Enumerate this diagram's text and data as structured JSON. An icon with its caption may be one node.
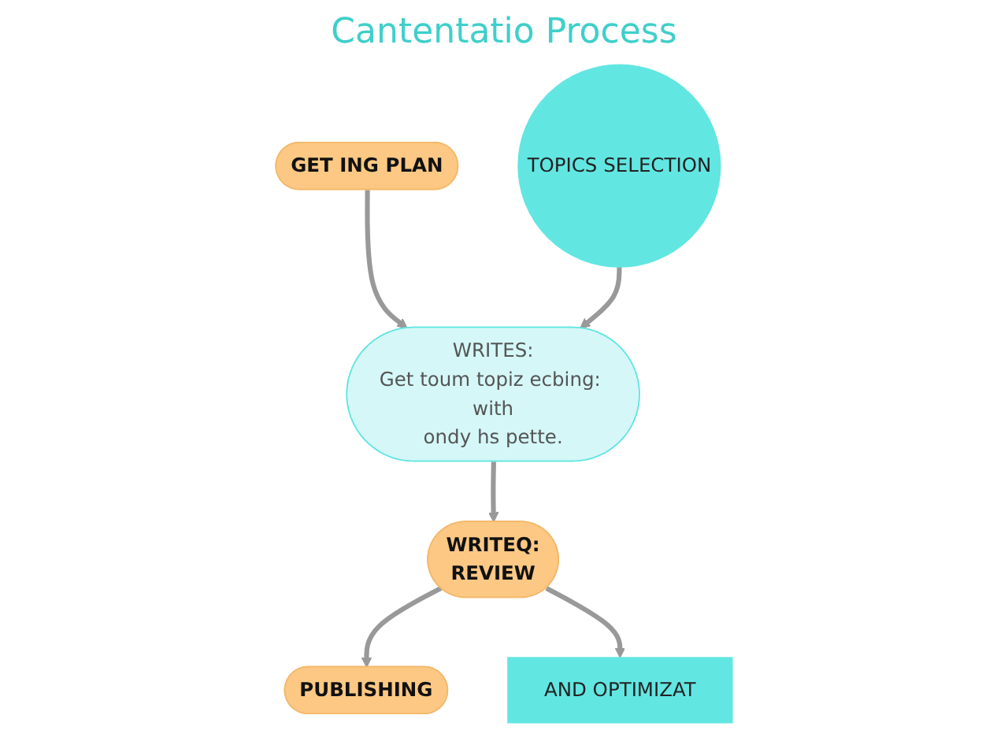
{
  "diagram": {
    "title": "Cantentatio Process",
    "nodes": [
      {
        "text": [
          "GET ING PLAN"
        ]
      },
      {
        "text": [
          "TOPICS SELECTION"
        ]
      },
      {
        "text": [
          "WRITES:",
          "Get toum topiz ecbing: with",
          "ondy hs pette."
        ]
      },
      {
        "text": [
          "WRITEQ:",
          "REVIEW"
        ]
      },
      {
        "text": [
          "PUBLISHING"
        ]
      },
      {
        "text": [
          "AND OPTIMIZAT"
        ]
      }
    ],
    "edges": [
      {
        "from": 0,
        "to": 2,
        "arrow": "to"
      },
      {
        "from": 1,
        "to": 2,
        "arrow": "to"
      },
      {
        "from": 2,
        "to": 3,
        "arrow": "to"
      },
      {
        "from": 3,
        "to": 4,
        "arrow": "to"
      },
      {
        "from": 3,
        "to": 5,
        "arrow": "to"
      }
    ]
  }
}
